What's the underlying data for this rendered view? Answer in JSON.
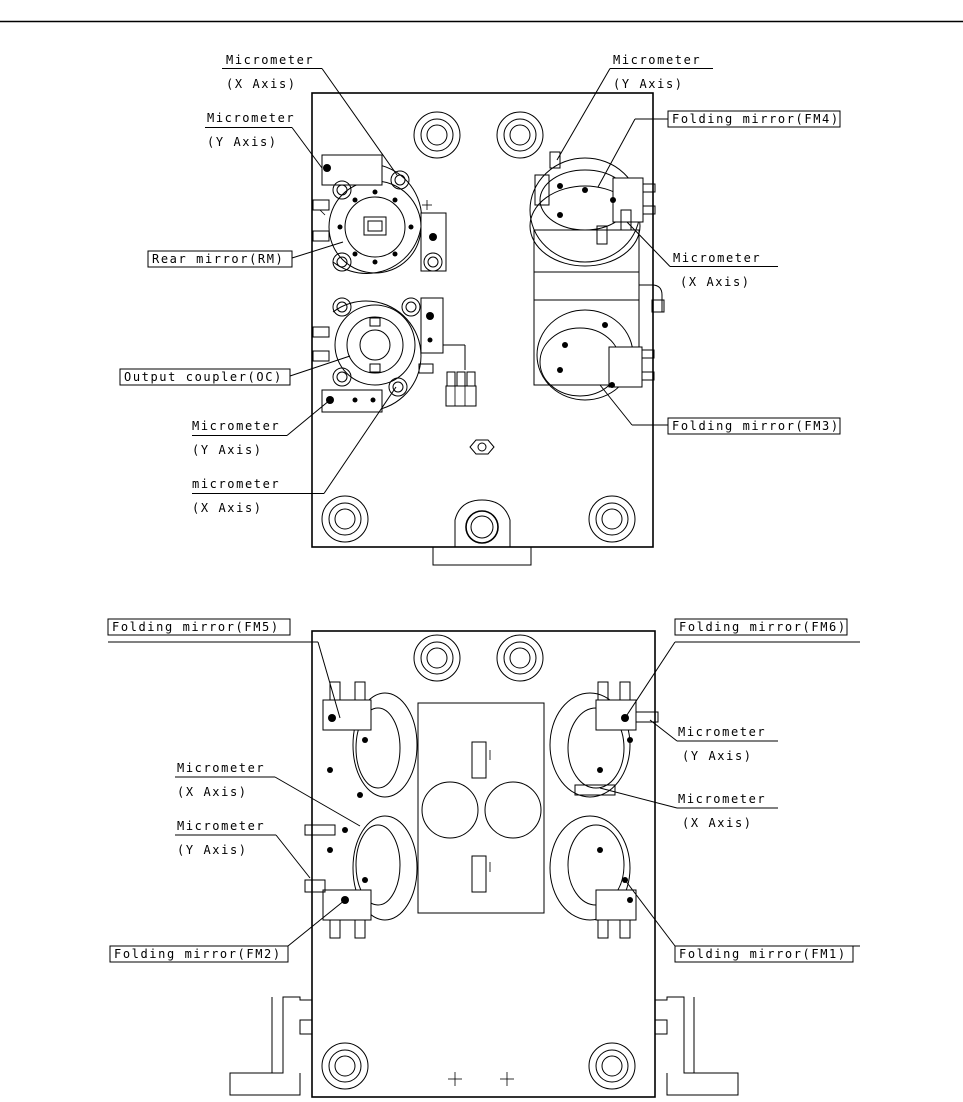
{
  "top_view": {
    "labels": {
      "micrometer_x_top": [
        "Micrometer",
        "(X Axis)"
      ],
      "micrometer_y_left": [
        "Micrometer",
        "(Y Axis)"
      ],
      "rear_mirror": "Rear mirror(RM)",
      "output_coupler": "Output coupler(OC)",
      "micrometer_y_lower": [
        "Micrometer",
        "(Y Axis)"
      ],
      "micrometer_x_lower": [
        "micrometer",
        "(X Axis)"
      ],
      "micrometer_y_right": [
        "Micrometer",
        "(Y Axis)"
      ],
      "folding_mirror_fm4": "Folding mirror(FM4)",
      "micrometer_x_right": [
        "Micrometer",
        "(X Axis)"
      ],
      "folding_mirror_fm3": "Folding mirror(FM3)"
    }
  },
  "bottom_view": {
    "labels": {
      "folding_mirror_fm5": "Folding mirror(FM5)",
      "folding_mirror_fm6": "Folding mirror(FM6)",
      "micrometer_x_left": [
        "Micrometer",
        "(X Axis)"
      ],
      "micrometer_y_left": [
        "Micrometer",
        "(Y Axis)"
      ],
      "folding_mirror_fm2": "Folding mirror(FM2)",
      "micrometer_y_right": [
        "Micrometer",
        "(Y Axis)"
      ],
      "micrometer_x_right": [
        "Micrometer",
        "(X Axis)"
      ],
      "folding_mirror_fm1": "Folding mirror(FM1)"
    }
  }
}
